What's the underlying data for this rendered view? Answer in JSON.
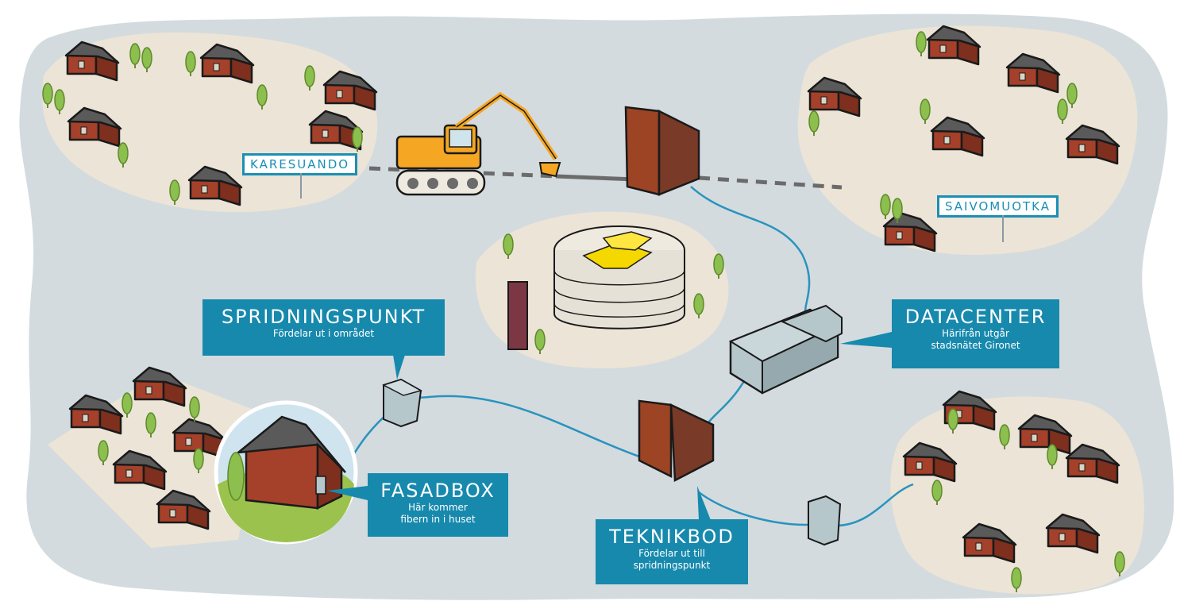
{
  "town_signs": {
    "karesuando": "KARESUANDO",
    "saivomuotka": "SAIVOMUOTKA"
  },
  "callouts": {
    "spridningspunkt": {
      "title": "SPRIDNINGSPUNKT",
      "line1": "Fördelar ut i området",
      "line2": ""
    },
    "datacenter": {
      "title": "DATACENTER",
      "line1": "Härifrån utgår",
      "line2": "stadsnätet Gironet"
    },
    "fasadbox": {
      "title": "FASADBOX",
      "line1": "Här kommer",
      "line2": "fibern in i huset"
    },
    "teknikbod": {
      "title": "TEKNIKBOD",
      "line1": "Fördelar ut till",
      "line2": "spridningspunkt"
    }
  },
  "colors": {
    "ground": "#d3dbdf",
    "sand": "#ece4d6",
    "house_wall": "#a5402a",
    "roof": "#5a5a5a",
    "tree": "#8cbf4e",
    "fiber": "#2a93bd",
    "box": "#b6c7cc",
    "shed": "#9c4424",
    "callout": "#1789ad",
    "excavator": "#f5a623"
  },
  "icons": [
    "house-icon",
    "tree-icon",
    "excavator-icon",
    "datacenter-icon",
    "cabinet-icon",
    "shed-icon",
    "gold-building-icon"
  ]
}
